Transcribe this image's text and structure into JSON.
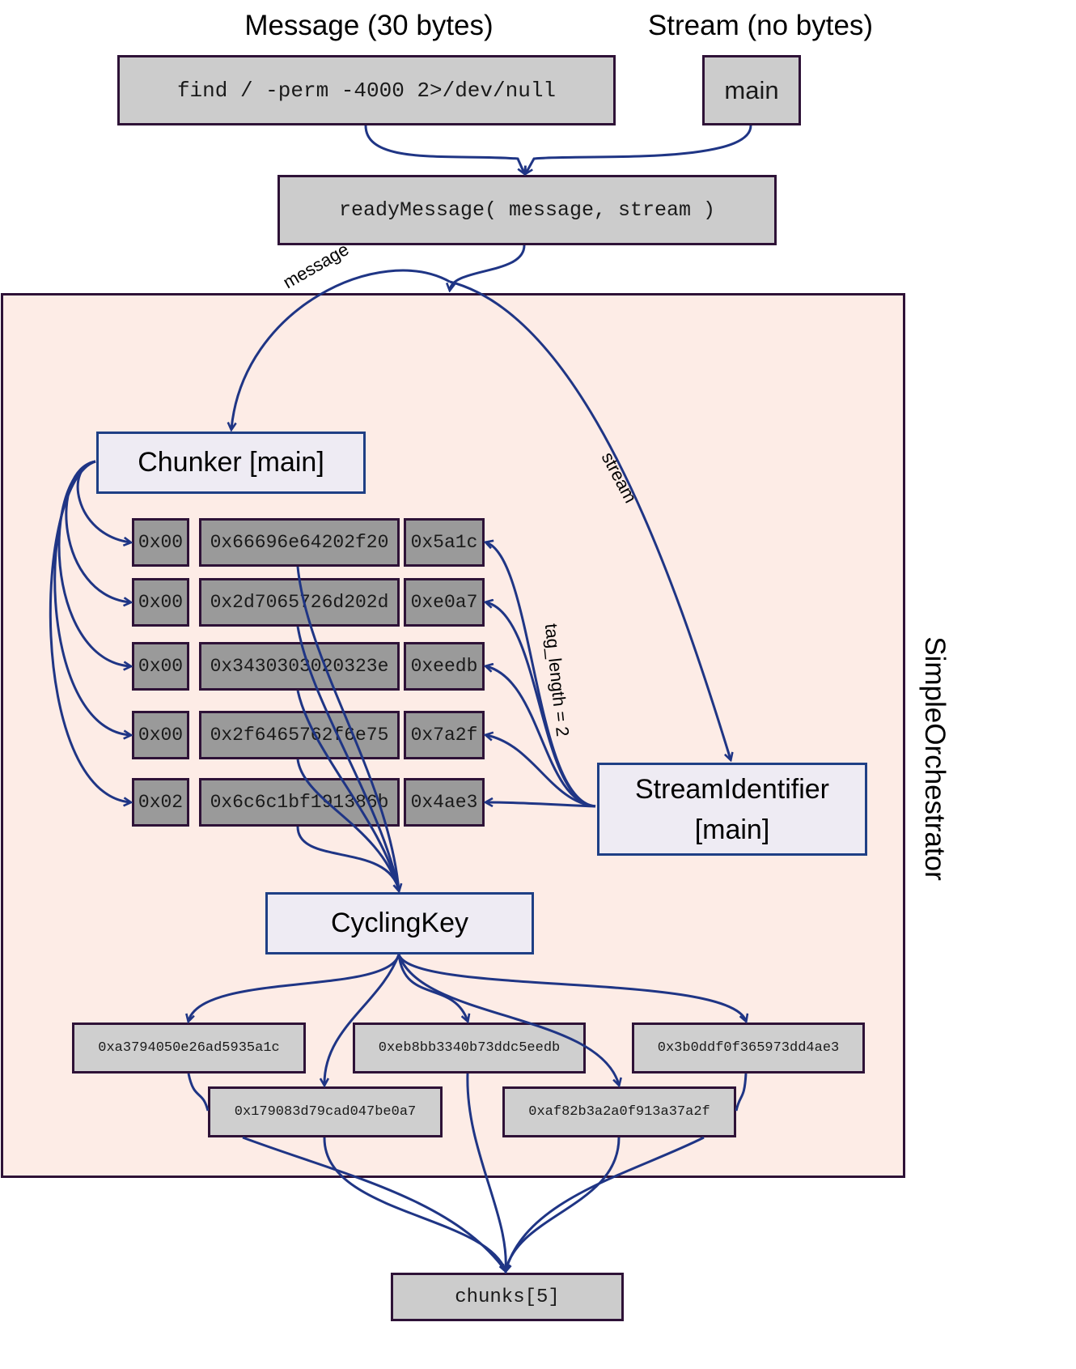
{
  "headers": {
    "message": "Message (30 bytes)",
    "stream": "Stream (no bytes)"
  },
  "inputs": {
    "message_value": "find / -perm -4000 2>/dev/null",
    "stream_value": "main"
  },
  "ready_call": "readyMessage( message, stream )",
  "orchestrator": {
    "label": "SimpleOrchestrator"
  },
  "components": {
    "chunker": "Chunker [main]",
    "stream_identifier": "StreamIdentifier [main]",
    "cycling_key": "CyclingKey"
  },
  "edge_labels": {
    "message": "message",
    "stream": "stream",
    "tag_length": "tag_length = 2"
  },
  "chunk_rows": [
    {
      "flag": "0x00",
      "data": "0x66696e64202f20",
      "tag": "0x5a1c"
    },
    {
      "flag": "0x00",
      "data": "0x2d7065726d202d",
      "tag": "0xe0a7"
    },
    {
      "flag": "0x00",
      "data": "0x3430303020323e",
      "tag": "0xeedb"
    },
    {
      "flag": "0x00",
      "data": "0x2f6465762f6e75",
      "tag": "0x7a2f"
    },
    {
      "flag": "0x02",
      "data": "0x6c6c1bf191386b",
      "tag": "0x4ae3"
    }
  ],
  "keyed_chunks": [
    "0xa3794050e26ad5935a1c",
    "0xeb8bb3340b73ddc5eedb",
    "0x3b0ddf0f365973dd4ae3",
    "0x179083d79cad047be0a7",
    "0xaf82b3a2a0f913a37a2f"
  ],
  "output": "chunks[5]",
  "colors": {
    "arrow": "#1f3585",
    "orchestrator_fill": "#fdece6",
    "component_fill": "#eeebf3",
    "cell_fill": "#9a9a9a",
    "box_fill": "#cccccc",
    "border_dark": "#2e1237",
    "border_component": "#1e3f85"
  }
}
